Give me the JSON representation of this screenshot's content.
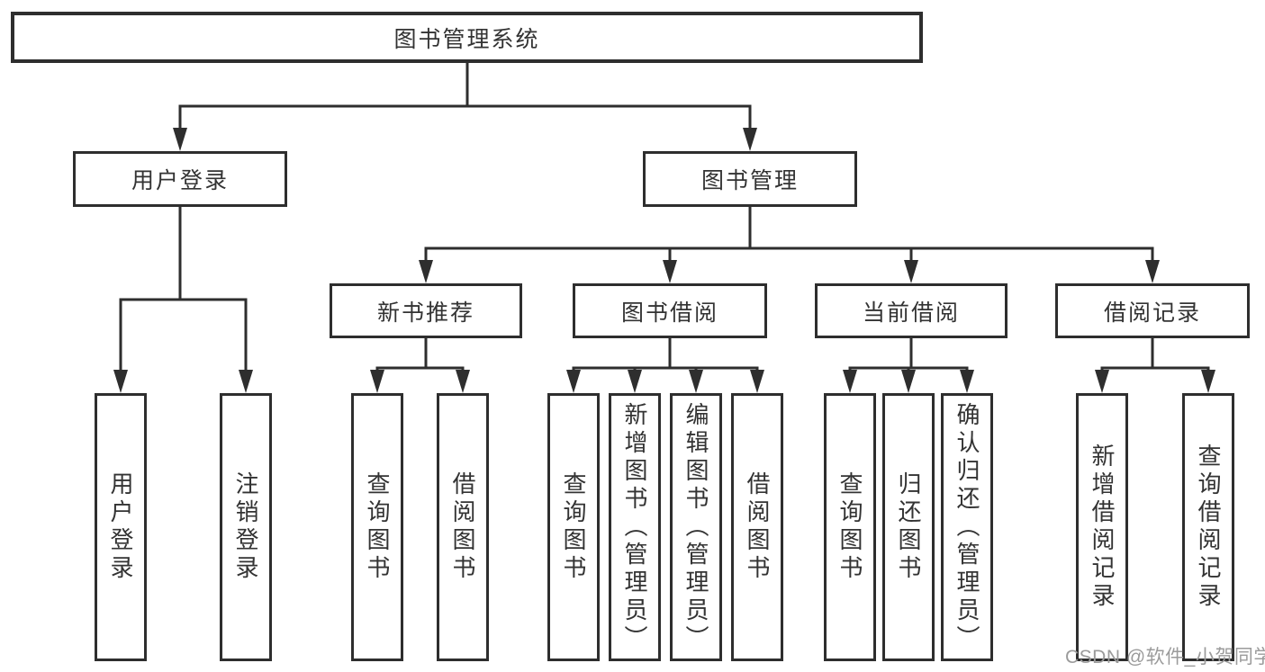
{
  "diagram": {
    "title": "图书管理系统",
    "root": {
      "label": "图书管理系统"
    },
    "level2": [
      {
        "label": "用户登录",
        "parent": "图书管理系统"
      },
      {
        "label": "图书管理",
        "parent": "图书管理系统"
      }
    ],
    "level3": [
      {
        "label": "新书推荐",
        "parent": "图书管理"
      },
      {
        "label": "图书借阅",
        "parent": "图书管理"
      },
      {
        "label": "当前借阅",
        "parent": "图书管理"
      },
      {
        "label": "借阅记录",
        "parent": "图书管理"
      }
    ],
    "leaves": [
      {
        "label": "用户登录",
        "parent": "用户登录"
      },
      {
        "label": "注销登录",
        "parent": "用户登录"
      },
      {
        "label": "查询图书",
        "parent": "新书推荐"
      },
      {
        "label": "借阅图书",
        "parent": "新书推荐"
      },
      {
        "label": "查询图书",
        "parent": "图书借阅"
      },
      {
        "label": "新增图书（管理员）",
        "parent": "图书借阅"
      },
      {
        "label": "编辑图书（管理员）",
        "parent": "图书借阅"
      },
      {
        "label": "借阅图书",
        "parent": "图书借阅"
      },
      {
        "label": "查询图书",
        "parent": "当前借阅"
      },
      {
        "label": "归还图书",
        "parent": "当前借阅"
      },
      {
        "label": "确认归还（管理员）",
        "parent": "当前借阅"
      },
      {
        "label": "新增借阅记录",
        "parent": "借阅记录"
      },
      {
        "label": "查询借阅记录",
        "parent": "借阅记录"
      }
    ]
  },
  "watermark": {
    "text": "CSDN @软件_小贺同学",
    "color": "#9b9b9b"
  },
  "colors": {
    "line": "#2e2e2e",
    "box_border": "#2e2e2e",
    "text": "#333333",
    "background": "#ffffff"
  }
}
